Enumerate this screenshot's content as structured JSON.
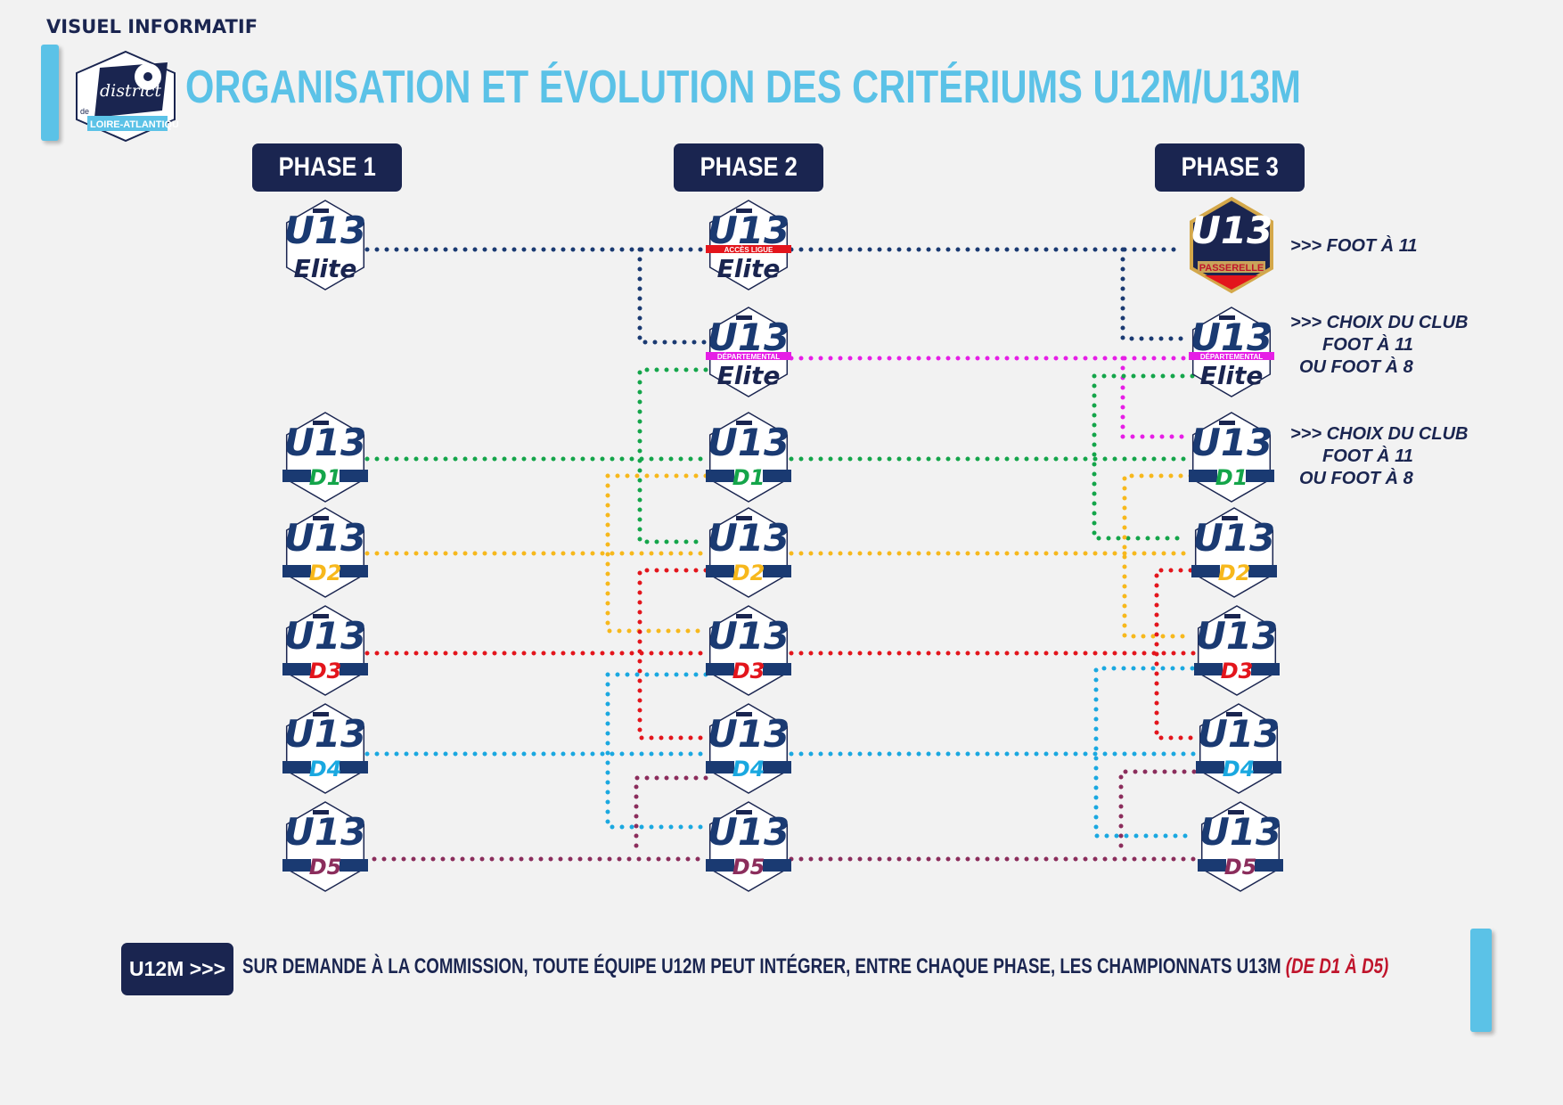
{
  "header": {
    "top_label": "VISUEL INFORMATIF",
    "title": "ORGANISATION ET ÉVOLUTION DES CRITÉRIUMS U12M/U13M",
    "logo": {
      "line1": "district",
      "line2": "LOIRE-ATLANTIQUE",
      "prefix": "de"
    }
  },
  "phases": [
    {
      "label": "PHASE 1"
    },
    {
      "label": "PHASE 2"
    },
    {
      "label": "PHASE 3"
    }
  ],
  "badges": {
    "p1": [
      {
        "top": "U13",
        "bottom": "Elite",
        "tag": ""
      },
      {
        "top": "U13",
        "bottom": "D1",
        "tag": ""
      },
      {
        "top": "U13",
        "bottom": "D2",
        "tag": ""
      },
      {
        "top": "U13",
        "bottom": "D3",
        "tag": ""
      },
      {
        "top": "U13",
        "bottom": "D4",
        "tag": ""
      },
      {
        "top": "U13",
        "bottom": "D5",
        "tag": ""
      }
    ],
    "p2": [
      {
        "top": "U13",
        "bottom": "Elite",
        "tag": "ACCÈS LIGUE"
      },
      {
        "top": "U13",
        "bottom": "Elite",
        "tag": "DÉPARTEMENTAL"
      },
      {
        "top": "U13",
        "bottom": "D1",
        "tag": ""
      },
      {
        "top": "U13",
        "bottom": "D2",
        "tag": ""
      },
      {
        "top": "U13",
        "bottom": "D3",
        "tag": ""
      },
      {
        "top": "U13",
        "bottom": "D4",
        "tag": ""
      },
      {
        "top": "U13",
        "bottom": "D5",
        "tag": ""
      }
    ],
    "p3": [
      {
        "top": "U13",
        "bottom": "",
        "tag": "PASSERELLE"
      },
      {
        "top": "U13",
        "bottom": "Elite",
        "tag": "DÉPARTEMENTAL"
      },
      {
        "top": "U13",
        "bottom": "D1",
        "tag": ""
      },
      {
        "top": "U13",
        "bottom": "D2",
        "tag": ""
      },
      {
        "top": "U13",
        "bottom": "D3",
        "tag": ""
      },
      {
        "top": "U13",
        "bottom": "D4",
        "tag": ""
      },
      {
        "top": "U13",
        "bottom": "D5",
        "tag": ""
      }
    ]
  },
  "notes": [
    {
      "lines": [
        ">>>  FOOT À 11"
      ]
    },
    {
      "lines": [
        ">>> CHOIX DU CLUB",
        "FOOT À 11",
        "OU FOOT À 8"
      ]
    },
    {
      "lines": [
        ">>> CHOIX DU CLUB",
        "FOOT À 11",
        "OU FOOT À 8"
      ]
    }
  ],
  "footer": {
    "badge": "U12M  >>>",
    "text": "SUR DEMANDE À LA COMMISSION, TOUTE ÉQUIPE U12M PEUT INTÉGRER, ENTRE CHAQUE PHASE, LES CHAMPIONNATS U13M ",
    "highlight": "(DE D1 À D5)"
  },
  "colors": {
    "navy": "#1a2550",
    "sky": "#5bc2e7",
    "elite": "#1a2550",
    "magenta": "#e61ee6",
    "d1": "#14a54a",
    "d2": "#f7b81c",
    "d3": "#e3151c",
    "d4": "#1aa8e0",
    "d5": "#8b2d5c"
  }
}
